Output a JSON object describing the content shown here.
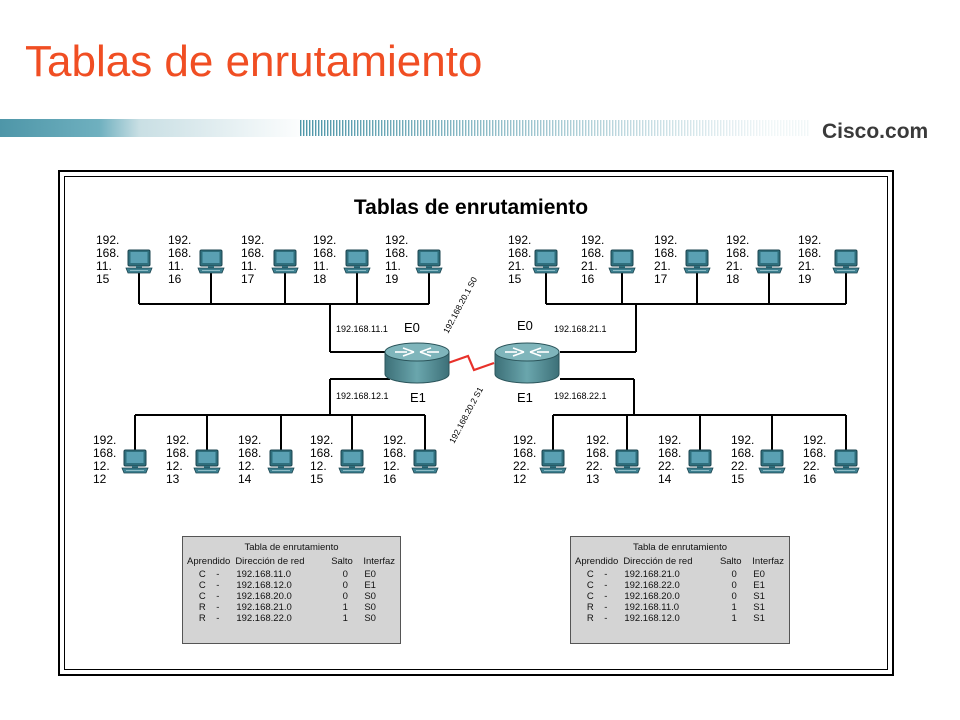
{
  "slide": {
    "title": "Tablas de enrutamiento",
    "brand": "Cisco.com"
  },
  "diagram": {
    "title": "Tablas de enrutamiento",
    "routers": [
      {
        "name": "router-a",
        "e0_label": "E0",
        "e0_ip": "192.168.11.1",
        "e1_label": "E1",
        "e1_ip": "192.168.12.1",
        "serial_ip": "192.168.20.1 S0"
      },
      {
        "name": "router-b",
        "e0_label": "E0",
        "e0_ip": "192.168.21.1",
        "e1_label": "E1",
        "e1_ip": "192.168.22.1",
        "serial_ip": "192.168.20.2 S1"
      }
    ],
    "hosts": {
      "top_left": [
        [
          "192.",
          "168.",
          "11.",
          "15"
        ],
        [
          "192.",
          "168.",
          "11.",
          "16"
        ],
        [
          "192.",
          "168.",
          "11.",
          "17"
        ],
        [
          "192.",
          "168.",
          "11.",
          "18"
        ],
        [
          "192.",
          "168.",
          "11.",
          "19"
        ]
      ],
      "top_right": [
        [
          "192.",
          "168.",
          "21.",
          "15"
        ],
        [
          "192.",
          "168.",
          "21.",
          "16"
        ],
        [
          "192.",
          "168.",
          "21.",
          "17"
        ],
        [
          "192.",
          "168.",
          "21.",
          "18"
        ],
        [
          "192.",
          "168.",
          "21.",
          "19"
        ]
      ],
      "bottom_left": [
        [
          "192.",
          "168.",
          "12.",
          "12"
        ],
        [
          "192.",
          "168.",
          "12.",
          "13"
        ],
        [
          "192.",
          "168.",
          "12.",
          "14"
        ],
        [
          "192.",
          "168.",
          "12.",
          "15"
        ],
        [
          "192.",
          "168.",
          "12.",
          "16"
        ]
      ],
      "bottom_right": [
        [
          "192.",
          "168.",
          "22.",
          "12"
        ],
        [
          "192.",
          "168.",
          "22.",
          "13"
        ],
        [
          "192.",
          "168.",
          "22.",
          "14"
        ],
        [
          "192.",
          "168.",
          "22.",
          "15"
        ],
        [
          "192.",
          "168.",
          "22.",
          "16"
        ]
      ]
    },
    "tables": [
      {
        "title": "Tabla de enrutamiento",
        "headers": [
          "Aprendido",
          "Dirección de red",
          "Salto",
          "Interfaz"
        ],
        "rows": [
          [
            "C",
            "-",
            "192.168.11.0",
            "0",
            "E0"
          ],
          [
            "C",
            "-",
            "192.168.12.0",
            "0",
            "E1"
          ],
          [
            "C",
            "-",
            "192.168.20.0",
            "0",
            "S0"
          ],
          [
            "R",
            "-",
            "192.168.21.0",
            "1",
            "S0"
          ],
          [
            "R",
            "-",
            "192.168.22.0",
            "1",
            "S0"
          ]
        ]
      },
      {
        "title": "Tabla de enrutamiento",
        "headers": [
          "Aprendido",
          "Dirección de red",
          "Salto",
          "Interfaz"
        ],
        "rows": [
          [
            "C",
            "-",
            "192.168.21.0",
            "0",
            "E0"
          ],
          [
            "C",
            "-",
            "192.168.22.0",
            "0",
            "E1"
          ],
          [
            "C",
            "-",
            "192.168.20.0",
            "0",
            "S1"
          ],
          [
            "R",
            "-",
            "192.168.11.0",
            "1",
            "S1"
          ],
          [
            "R",
            "-",
            "192.168.12.0",
            "1",
            "S1"
          ]
        ]
      }
    ]
  },
  "colors": {
    "title": "#f04e23",
    "brand_bar": "#4e96a8",
    "host_screen": "#5aa0b3",
    "router_body": "#4d8a92",
    "serial_link": "#e8312a",
    "table_bg": "#d4d4d4"
  }
}
